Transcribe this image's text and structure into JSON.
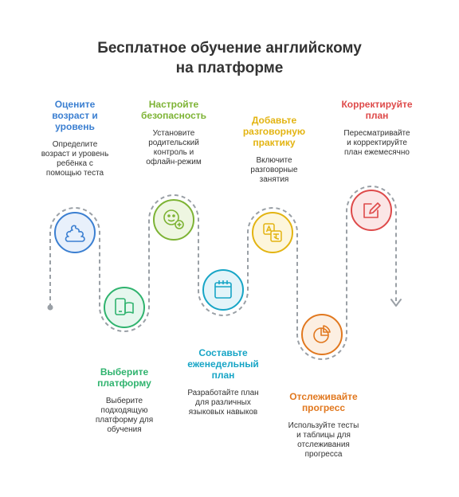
{
  "title": {
    "line1": "Бесплатное обучение английскому",
    "line2": "на платформе"
  },
  "colors": {
    "blue": "#3b7fd1",
    "green": "#2fb36e",
    "lime": "#7db334",
    "cyan": "#17a5c6",
    "yellow": "#e3b412",
    "orange": "#e1781f",
    "red": "#de4a4a",
    "path": "#9aa0a6"
  },
  "steps": [
    {
      "title": [
        "Оцените",
        "возраст и",
        "уровень"
      ],
      "desc": [
        "Определите",
        "возраст и уровень",
        "ребёнка с",
        "помощью теста"
      ],
      "icon": "baby-icon",
      "color": "blue"
    },
    {
      "title": [
        "Выберите",
        "платформу"
      ],
      "desc": [
        "Выберите",
        "подходящую",
        "платформу для",
        "обучения"
      ],
      "icon": "tablet-icon",
      "color": "green"
    },
    {
      "title": [
        "Настройте",
        "безопасность"
      ],
      "desc": [
        "Установите",
        "родительский",
        "контроль и",
        "офлайн-режим"
      ],
      "icon": "child-shield-icon",
      "color": "lime"
    },
    {
      "title": [
        "Составьте",
        "еженедельный",
        "план"
      ],
      "desc": [
        "Разработайте план",
        "для различных",
        "языковых навыков"
      ],
      "icon": "calendar-icon",
      "color": "cyan"
    },
    {
      "title": [
        "Добавьте",
        "разговорную",
        "практику"
      ],
      "desc": [
        "Включите",
        "разговорные",
        "занятия"
      ],
      "icon": "translate-icon",
      "color": "yellow"
    },
    {
      "title": [
        "Отслеживайте",
        "прогресс"
      ],
      "desc": [
        "Используйте тесты",
        "и таблицы для",
        "отслеживания",
        "прогресса"
      ],
      "icon": "pie-chart-icon",
      "color": "orange"
    },
    {
      "title": [
        "Корректируйте",
        "план"
      ],
      "desc": [
        "Пересматривайте",
        "и корректируйте",
        "план ежемесячно"
      ],
      "icon": "edit-icon",
      "color": "red"
    }
  ]
}
